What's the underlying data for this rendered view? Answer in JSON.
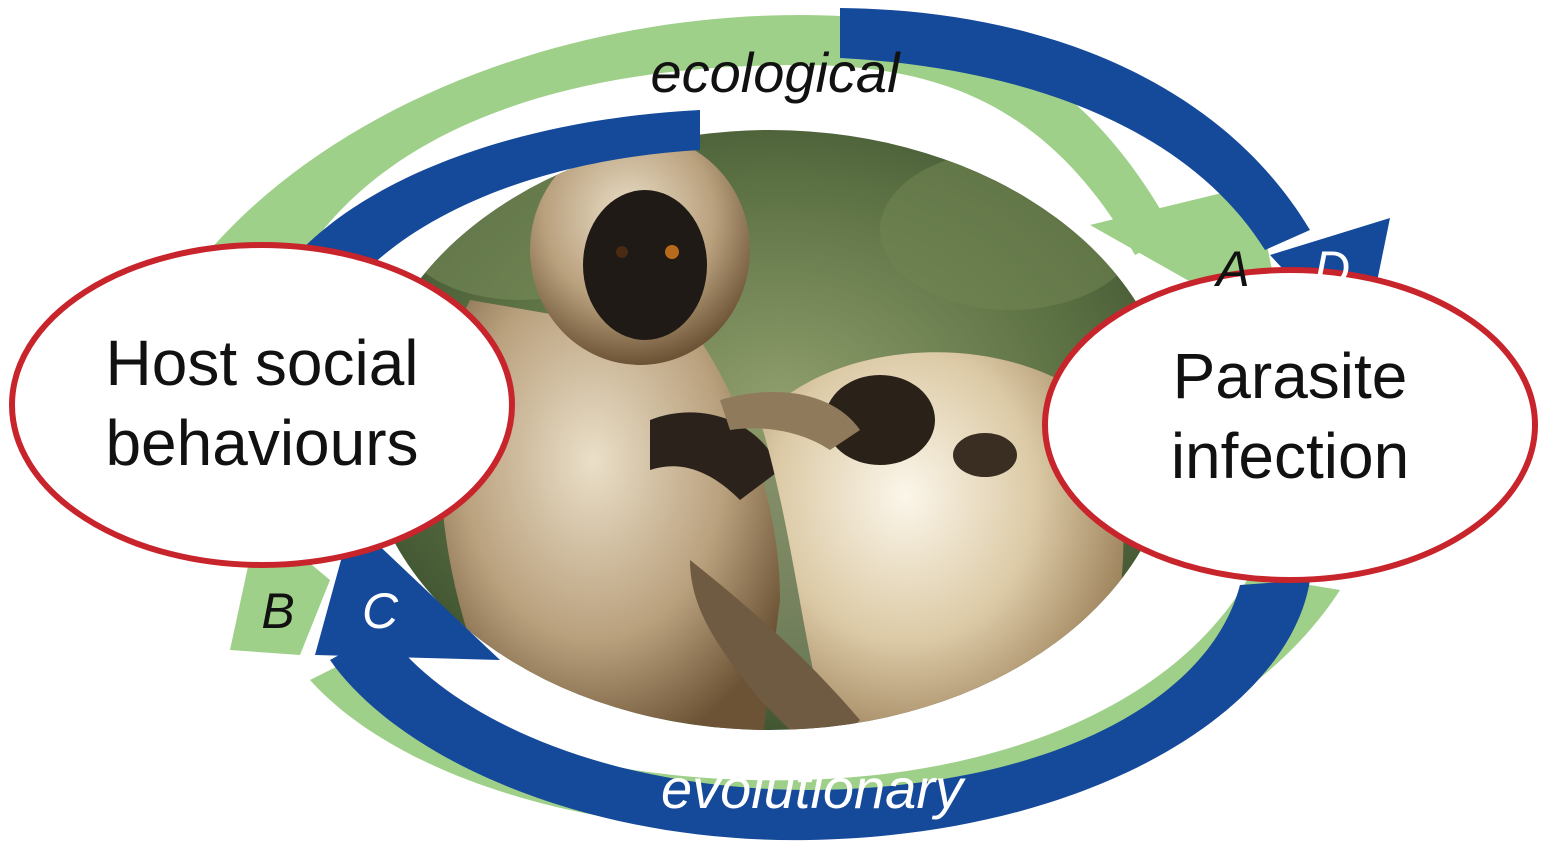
{
  "colors": {
    "green_arrow": "#9fd08a",
    "blue_arrow": "#15499a",
    "node_border": "#c8242b",
    "node_fill": "#ffffff",
    "dark_text": "#111111",
    "light_text": "#ffffff"
  },
  "nodes": {
    "host": {
      "line1": "Host social",
      "line2": "behaviours"
    },
    "parasite": {
      "line1": "Parasite",
      "line2": "infection"
    }
  },
  "flows": {
    "top_label": "ecological",
    "bottom_label": "evolutionary"
  },
  "arrows": {
    "a": "A",
    "b": "B",
    "c": "C",
    "d": "D"
  },
  "photo": {
    "subject": "two langur monkeys grooming",
    "icon": "photo-image"
  }
}
